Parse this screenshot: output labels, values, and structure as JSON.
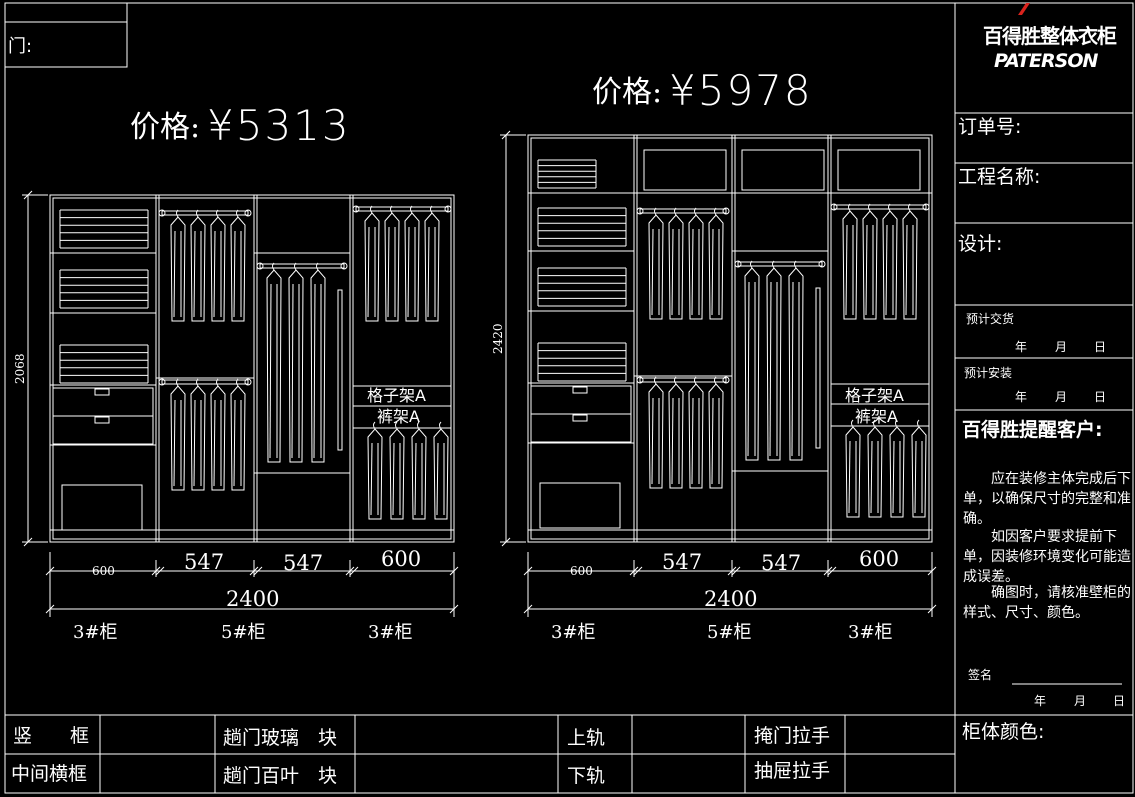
{
  "header": {
    "door_label": "门:",
    "brand_cn": "百得胜整体衣柜",
    "brand_en": "PATERSON",
    "brand_accent": "#d9231d"
  },
  "drawing": {
    "line_color": "#ffffff",
    "background": "#000000",
    "left": {
      "price_label": "价格:",
      "price_value": "¥5313",
      "height_dim": "2068",
      "widths": [
        "600",
        "547",
        "547",
        "600"
      ],
      "total_width": "2400",
      "cabinets": [
        "3#柜",
        "5#柜",
        "3#柜"
      ],
      "shelf_label": "格子架A",
      "pants_label": "裤架A"
    },
    "right": {
      "price_label": "价格:",
      "price_value": "¥5978",
      "height_dim": "2420",
      "widths": [
        "600",
        "547",
        "547",
        "600"
      ],
      "total_width": "2400",
      "cabinets": [
        "3#柜",
        "5#柜",
        "3#柜"
      ],
      "shelf_label": "格子架A",
      "pants_label": "裤架A"
    }
  },
  "sidebar": {
    "order_no": "订单号:",
    "project_name": "工程名称:",
    "designer": "设计:",
    "expected_delivery": "预计交货",
    "expected_install": "预计安装",
    "date_year": "年",
    "date_month": "月",
    "date_day": "日",
    "reminder_title": "百得胜提醒客户:",
    "reminder_lines": [
      "应在装修主体完成后下单，以确保尺寸的完整和准确。",
      "如因客户要求提前下单，因装修环境变化可能造成误差。",
      "确图时，请核准壁柜的样式、尺寸、颜色。"
    ],
    "sign_label": "签名",
    "cabinet_color": "柜体颜色:"
  },
  "bottom_table": {
    "row1": [
      "竖　　框",
      "趟门玻璃　块",
      "上轨",
      "掩门拉手"
    ],
    "row2": [
      "中间横框",
      "趟门百叶　块",
      "下轨",
      "抽屉拉手"
    ]
  }
}
